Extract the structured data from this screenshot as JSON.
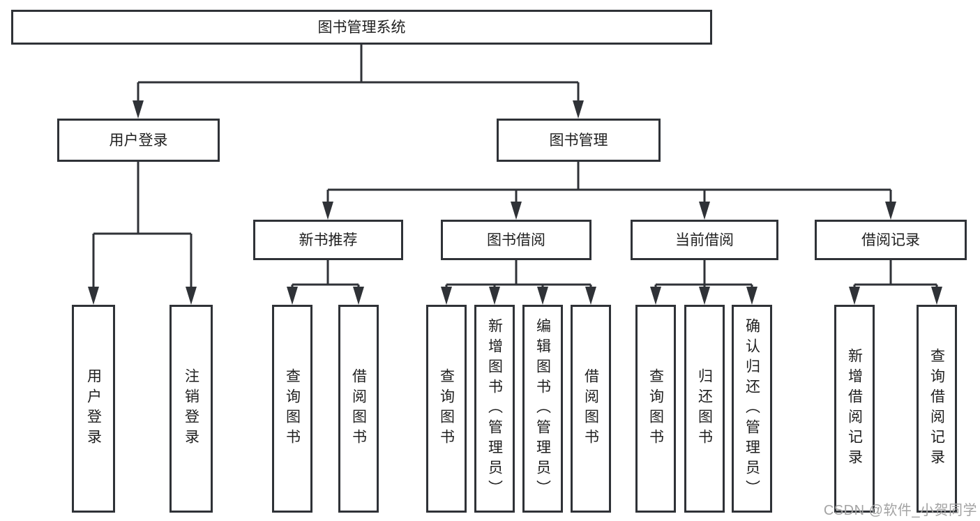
{
  "diagram": {
    "root": {
      "label": "图书管理系统"
    },
    "branches": [
      {
        "label": "用户登录"
      },
      {
        "label": "图书管理"
      }
    ],
    "sections": [
      {
        "label": "新书推荐"
      },
      {
        "label": "图书借阅"
      },
      {
        "label": "当前借阅"
      },
      {
        "label": "借阅记录"
      }
    ],
    "leaves": [
      {
        "label": "用户登录",
        "parent": "用户登录"
      },
      {
        "label": "注销登录",
        "parent": "用户登录"
      },
      {
        "label": "查询图书",
        "parent": "新书推荐"
      },
      {
        "label": "借阅图书",
        "parent": "新书推荐"
      },
      {
        "label": "查询图书",
        "parent": "图书借阅"
      },
      {
        "label": "新增图书（管理员）",
        "parent": "图书借阅"
      },
      {
        "label": "编辑图书（管理员）",
        "parent": "图书借阅"
      },
      {
        "label": "借阅图书",
        "parent": "图书借阅"
      },
      {
        "label": "查询图书",
        "parent": "当前借阅"
      },
      {
        "label": "归还图书",
        "parent": "当前借阅"
      },
      {
        "label": "确认归还（管理员）",
        "parent": "当前借阅"
      },
      {
        "label": "新增借阅记录",
        "parent": "借阅记录"
      },
      {
        "label": "查询借阅记录",
        "parent": "借阅记录"
      }
    ]
  },
  "watermark": "CSDN @软件_小贺同学",
  "colors": {
    "line": "#2f3237",
    "text": "#1f1f1f",
    "watermark": "#a3a3a3",
    "background": "#ffffff"
  }
}
